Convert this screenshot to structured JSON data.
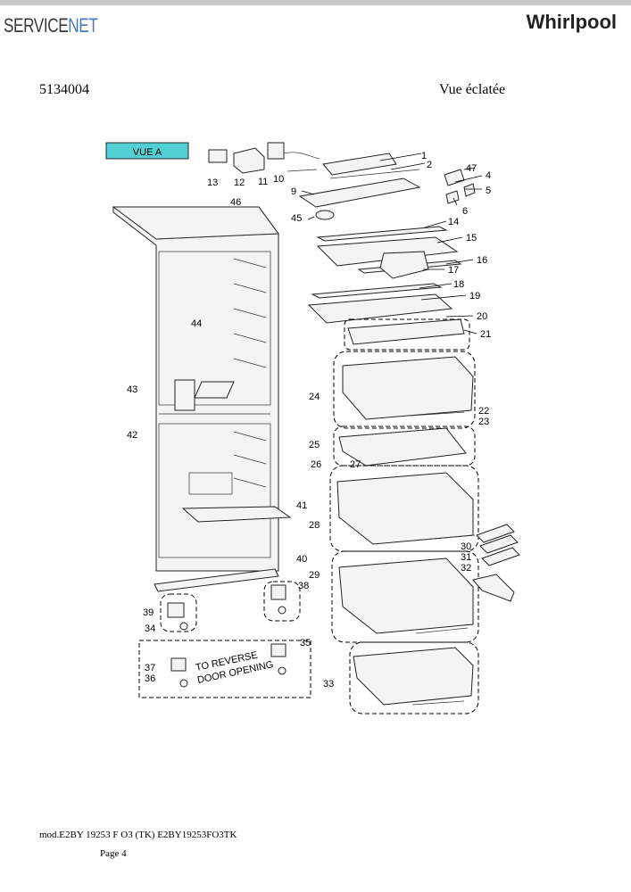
{
  "header": {
    "brand_left_a": "SERVICE",
    "brand_left_b": "NET",
    "brand_right": "Whirlpool",
    "doc_number": "5134004",
    "doc_title": "Vue éclatée"
  },
  "diagram": {
    "view_label": "VUE A",
    "reverse_note_line1": "TO REVERSE",
    "reverse_note_line2": "DOOR OPENING",
    "callouts": [
      "1",
      "2",
      "4",
      "5",
      "6",
      "9",
      "10",
      "11",
      "12",
      "13",
      "14",
      "15",
      "16",
      "17",
      "18",
      "19",
      "20",
      "21",
      "22",
      "23",
      "24",
      "25",
      "26",
      "27",
      "28",
      "29",
      "30",
      "31",
      "32",
      "33",
      "34",
      "35",
      "36",
      "37",
      "38",
      "39",
      "40",
      "41",
      "42",
      "43",
      "44",
      "45",
      "46",
      "47"
    ]
  },
  "footer": {
    "model": "mod.E2BY 19253 F O3 (TK) E2BY19253FO3TK",
    "page": "Page 4"
  }
}
